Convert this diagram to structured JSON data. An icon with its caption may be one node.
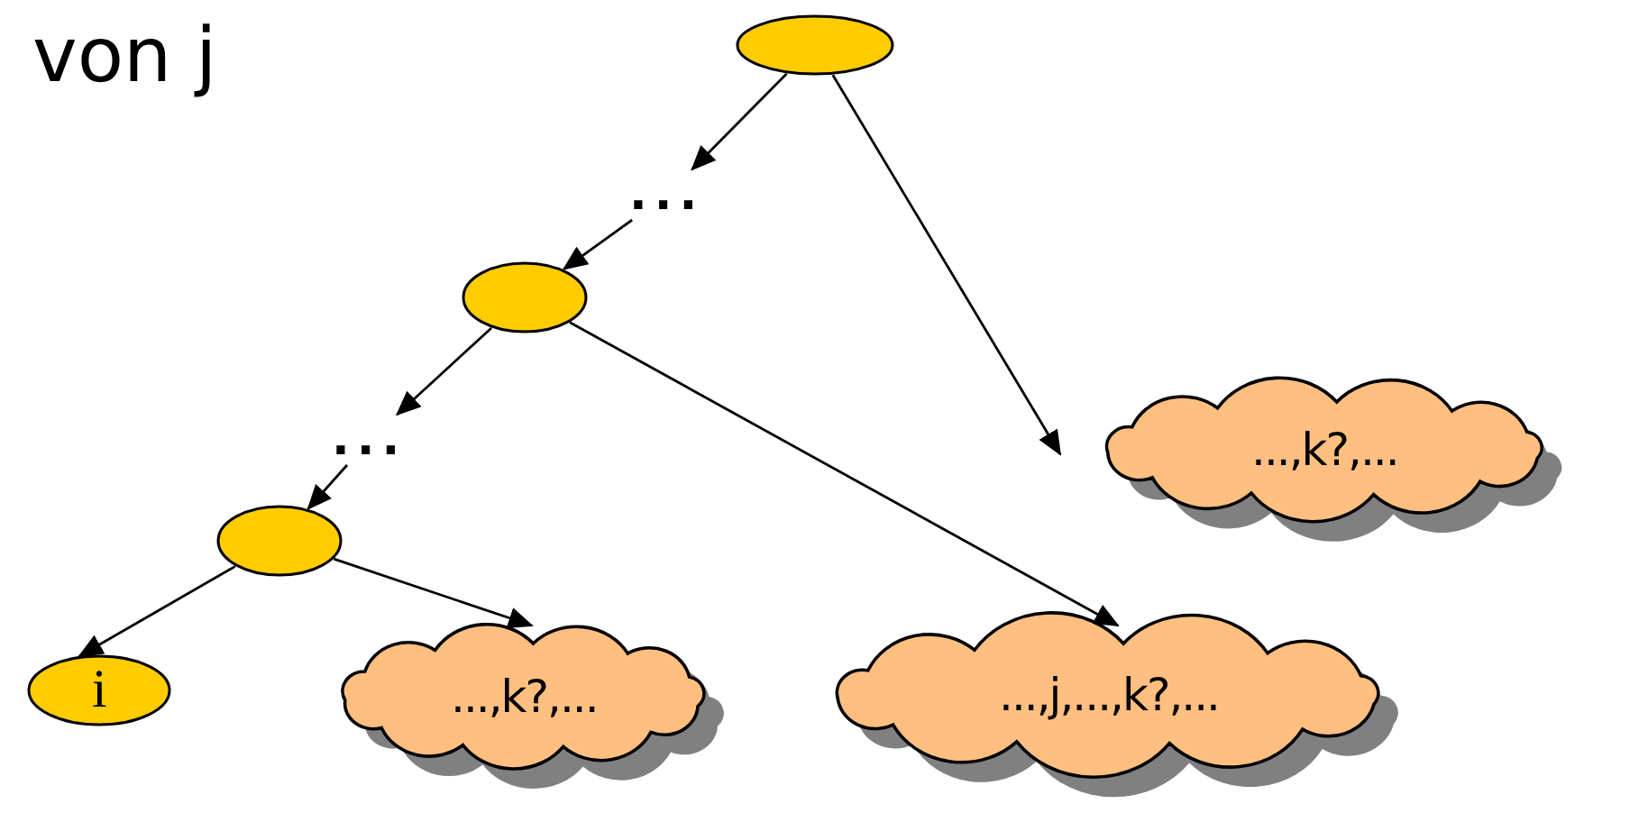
{
  "diagram": {
    "nodes": [
      {
        "text": [],
        "shape": "ellipse"
      },
      {
        "text": [
          "..."
        ]
      },
      {
        "text": [],
        "shape": "ellipse"
      },
      {
        "text": [
          "..."
        ]
      },
      {
        "text": [],
        "shape": "ellipse"
      },
      {
        "text": [
          "i"
        ]
      },
      {
        "text": [
          "...,k?,..."
        ]
      },
      {
        "text": [
          "...,j,...,k?,..."
        ]
      },
      {
        "text": [
          "...,k?,..."
        ]
      }
    ],
    "edges": [
      {
        "from": 0,
        "to": 1,
        "arrow": "to"
      },
      {
        "from": 1,
        "to": 2,
        "arrow": "to"
      },
      {
        "from": 2,
        "to": 3,
        "arrow": "to"
      },
      {
        "from": 3,
        "to": 4,
        "arrow": "to"
      },
      {
        "from": 4,
        "to": 5,
        "arrow": "to"
      },
      {
        "from": 4,
        "to": 6,
        "arrow": "to"
      },
      {
        "from": 2,
        "to": 7,
        "arrow": "to"
      },
      {
        "from": 0,
        "to": 8,
        "arrow": "to"
      }
    ],
    "labels": [
      "von j"
    ]
  }
}
